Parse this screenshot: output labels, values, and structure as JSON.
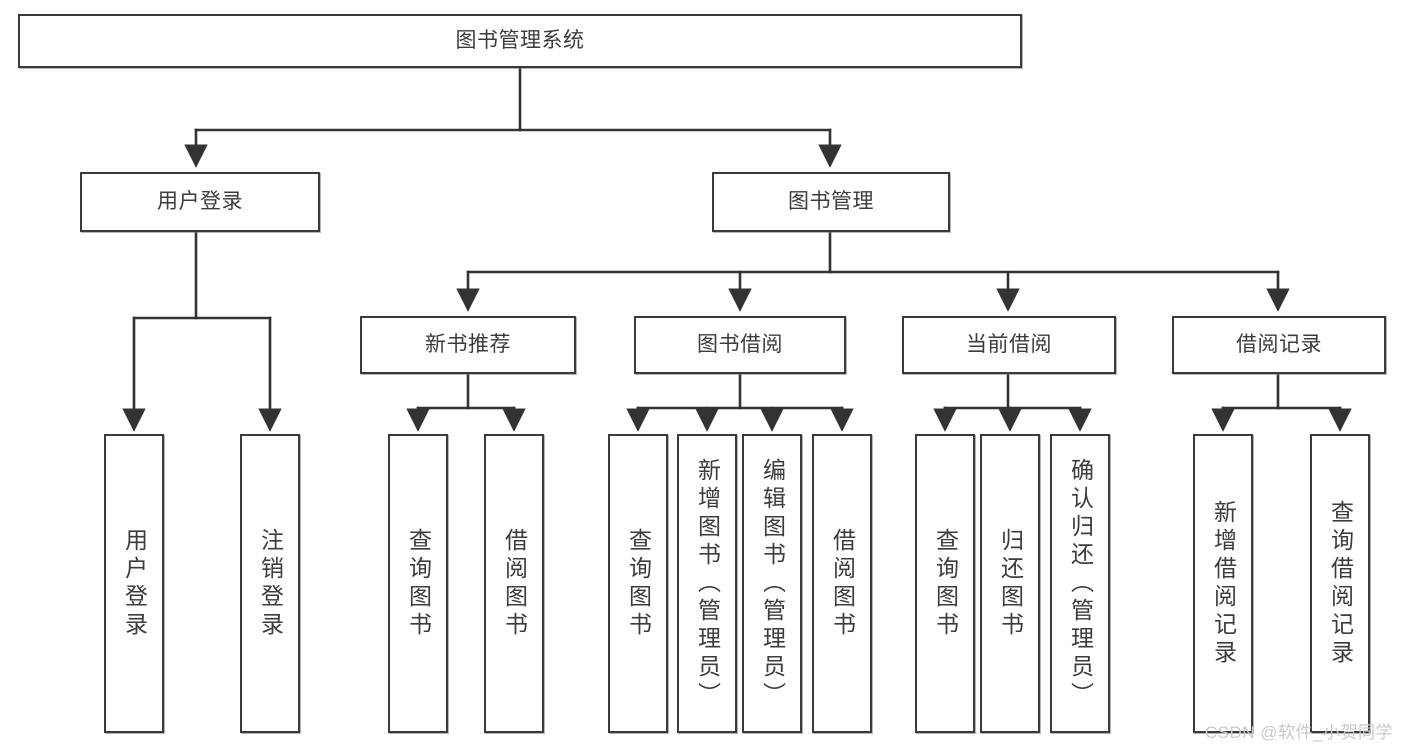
{
  "diagram": {
    "type": "tree",
    "title": "图书管理系统",
    "watermark": "CSDN @软件_小贺同学",
    "colors": {
      "box_border": "#3a3a3a",
      "box_fill": "#ffffff",
      "connector": "#333333",
      "text": "#3c3c3c",
      "watermark": "#c9c9c9"
    },
    "nodes": {
      "root": {
        "label": "图书管理系统"
      },
      "level2": [
        {
          "id": "user-login",
          "label": "用户登录"
        },
        {
          "id": "book-manage",
          "label": "图书管理"
        }
      ],
      "level3": [
        {
          "id": "new-book-recommend",
          "label": "新书推荐"
        },
        {
          "id": "book-borrow",
          "label": "图书借阅"
        },
        {
          "id": "current-borrow",
          "label": "当前借阅"
        },
        {
          "id": "borrow-record",
          "label": "借阅记录"
        }
      ],
      "leaves": [
        {
          "id": "leaf-user-login",
          "label": "用户登录",
          "parent": "user-login"
        },
        {
          "id": "leaf-user-logout",
          "label": "注销登录",
          "parent": "user-login"
        },
        {
          "id": "leaf-query-book-1",
          "label": "查询图书",
          "parent": "new-book-recommend"
        },
        {
          "id": "leaf-borrow-book-1",
          "label": "借阅图书",
          "parent": "new-book-recommend"
        },
        {
          "id": "leaf-query-book-2",
          "label": "查询图书",
          "parent": "book-borrow"
        },
        {
          "id": "leaf-add-book",
          "label": "新增图书（管理员）",
          "parent": "book-borrow"
        },
        {
          "id": "leaf-edit-book",
          "label": "编辑图书（管理员）",
          "parent": "book-borrow"
        },
        {
          "id": "leaf-borrow-book-2",
          "label": "借阅图书",
          "parent": "book-borrow"
        },
        {
          "id": "leaf-query-book-3",
          "label": "查询图书",
          "parent": "current-borrow"
        },
        {
          "id": "leaf-return-book",
          "label": "归还图书",
          "parent": "current-borrow"
        },
        {
          "id": "leaf-confirm-return",
          "label": "确认归还（管理员）",
          "parent": "current-borrow"
        },
        {
          "id": "leaf-add-record",
          "label": "新增借阅记录",
          "parent": "borrow-record"
        },
        {
          "id": "leaf-query-record",
          "label": "查询借阅记录",
          "parent": "borrow-record"
        }
      ]
    }
  }
}
